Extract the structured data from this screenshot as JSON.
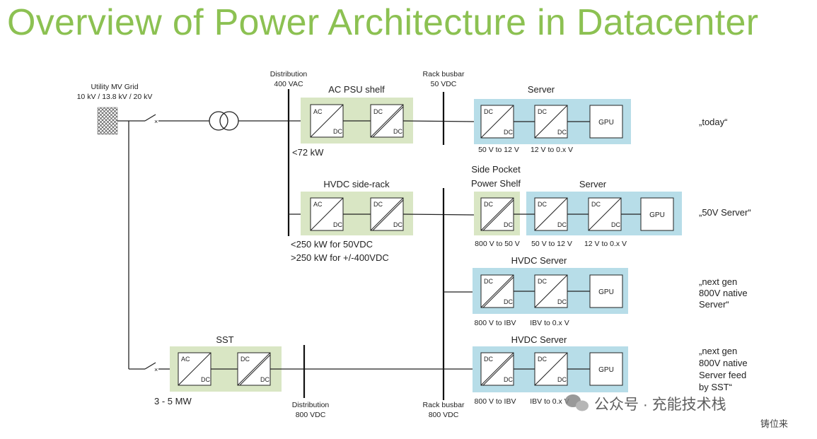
{
  "title": "Overview of Power Architecture in Datacenter",
  "grid": {
    "name": "Utility MV Grid",
    "voltage": "10 kV / 13.8 kV / 20 kV"
  },
  "dist_ac": {
    "name": "Distribution",
    "voltage": "400 VAC"
  },
  "busbar_top": {
    "name": "Rack busbar",
    "voltage": "50 VDC"
  },
  "dist_dc": {
    "name": "Distribution",
    "voltage": "800 VDC"
  },
  "busbar_bottom": {
    "name": "Rack busbar",
    "voltage": "800 VDC"
  },
  "units": {
    "ac": "AC",
    "dc": "DC",
    "gpu": "GPU"
  },
  "row1": {
    "psu_label": "AC PSU shelf",
    "psu_power": "<72 kW",
    "server_label": "Server",
    "conv1": "50 V to 12 V",
    "conv2": "12 V to 0.x V",
    "note": "„today“"
  },
  "row2": {
    "rack_label": "HVDC side-rack",
    "power1": "<250 kW for 50VDC",
    "power2": ">250 kW for +/-400VDC",
    "pocket_label_1": "Side Pocket",
    "pocket_label_2": "Power Shelf",
    "server_label": "Server",
    "conv0": "800 V to 50 V",
    "conv1": "50 V to 12 V",
    "conv2": "12 V to 0.x V",
    "note": "„50V Server“"
  },
  "row3": {
    "server_label": "HVDC Server",
    "conv1": "800 V to IBV",
    "conv2": "IBV to 0.x V",
    "note_1": "„next gen",
    "note_2": "800V native",
    "note_3": "Server“"
  },
  "row4": {
    "sst_label": "SST",
    "sst_power": "3 - 5 MW",
    "server_label": "HVDC Server",
    "conv1": "800 V to IBV",
    "conv2": "IBV to 0.x V",
    "note_1": "„next gen",
    "note_2": "800V native",
    "note_3": "Server feed",
    "note_4": "by SST“"
  },
  "watermark": {
    "main": "公众号 · 充能技术栈",
    "sub": "铸位来"
  },
  "colors": {
    "title": "#8cc152",
    "green_fill": "#d9e6c4",
    "blue_fill": "#b7dde8"
  }
}
